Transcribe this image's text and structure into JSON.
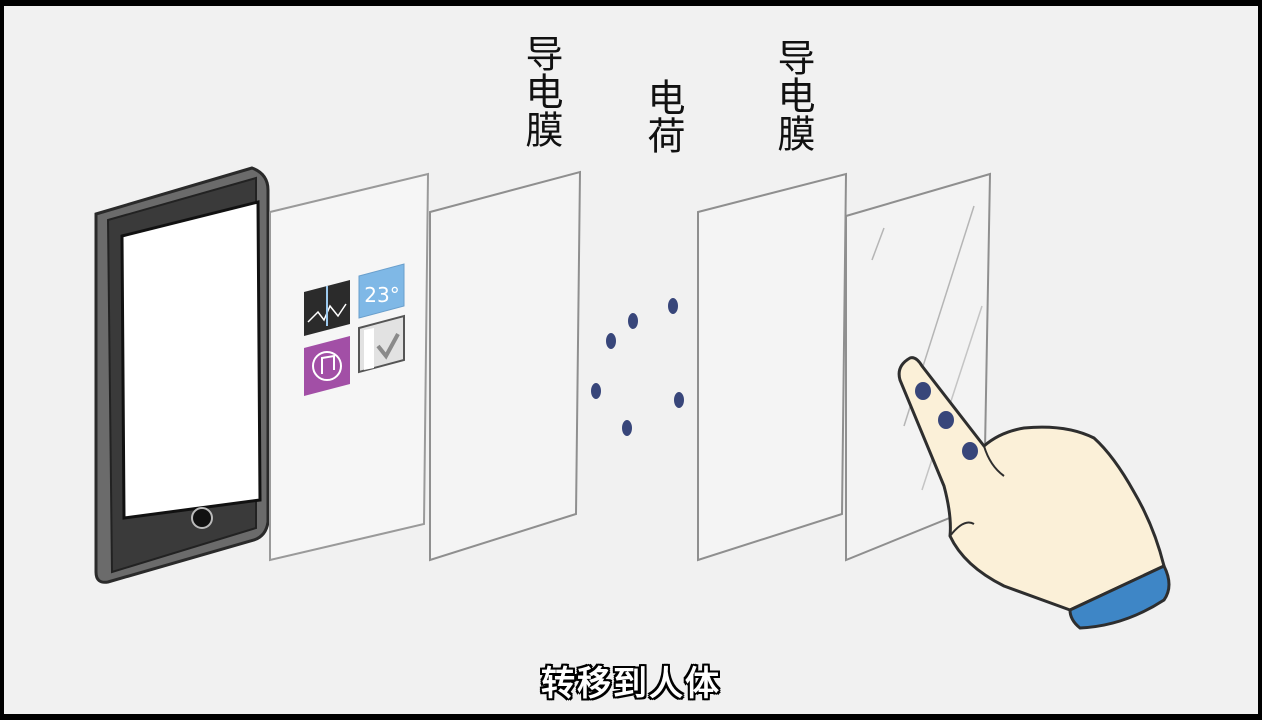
{
  "labels": {
    "film_left": "导电膜",
    "charge": "电荷",
    "film_right": "导电膜"
  },
  "tiles": {
    "weather_temp": "23°",
    "music_icon": "music-note-icon",
    "check_icon": "checkmark-icon",
    "chart_icon": "line-chart-icon"
  },
  "subtitle": "转移到人体",
  "colors": {
    "background": "#f1f1f1",
    "phone_body": "#6b6b6b",
    "phone_bezel": "#3a3a3a",
    "charge_dot": "#38467a",
    "tile_chart": "#2b2b2b",
    "tile_weather": "#7fb8e6",
    "tile_music": "#a24fa6",
    "tile_check": "#e2e2e2",
    "skin": "#fbf0d8",
    "sleeve": "#3e86c6"
  }
}
